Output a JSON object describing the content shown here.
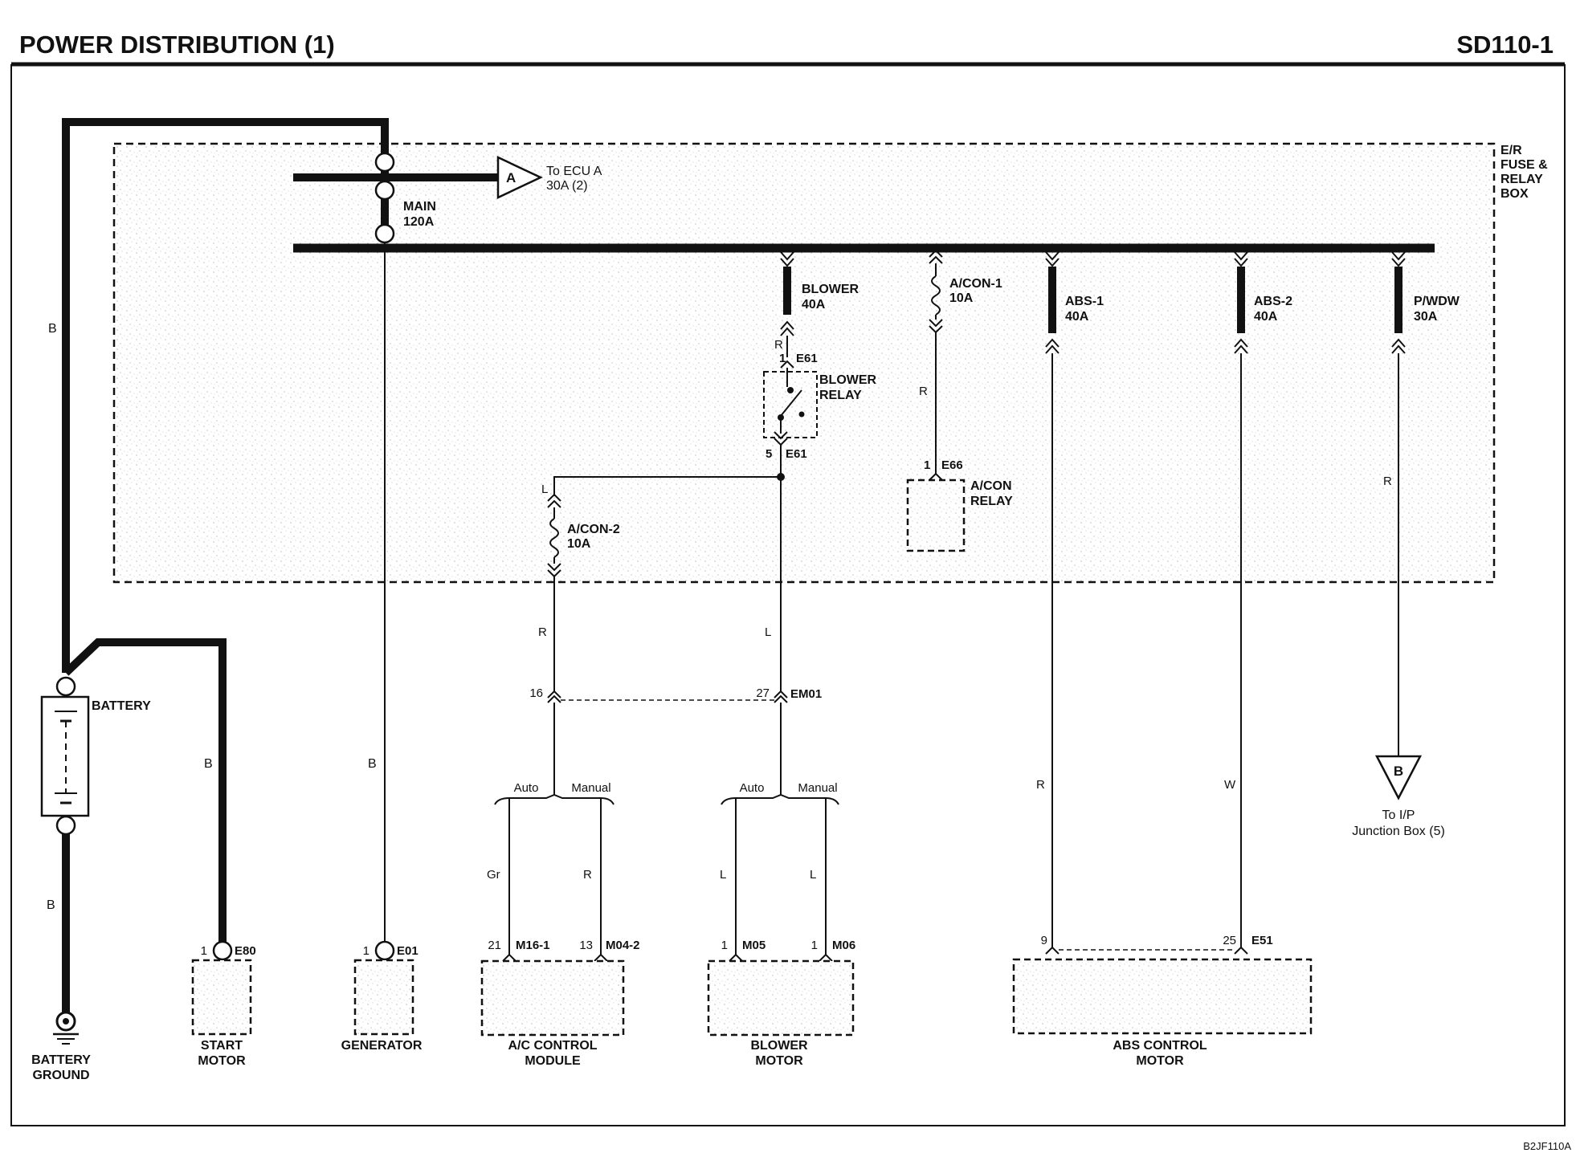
{
  "header": {
    "title": "POWER DISTRIBUTION (1)",
    "code": "SD110-1"
  },
  "footer": {
    "ref": "B2JF110A"
  },
  "fuse_box": {
    "label_lines": [
      "E/R",
      "FUSE &",
      "RELAY",
      "BOX"
    ]
  },
  "main_fuse": {
    "name": "MAIN",
    "rating": "120A"
  },
  "ecu_output": {
    "symbol": "A",
    "line1": "To ECU A",
    "line2": "30A (2)"
  },
  "blower_fuse": {
    "name": "BLOWER",
    "rating": "40A"
  },
  "acon1_fuse": {
    "name": "A/CON-1",
    "rating": "10A"
  },
  "abs1_fuse": {
    "name": "ABS-1",
    "rating": "40A"
  },
  "abs2_fuse": {
    "name": "ABS-2",
    "rating": "40A"
  },
  "pwdw_fuse": {
    "name": "P/WDW",
    "rating": "30A"
  },
  "acon2_fuse": {
    "name": "A/CON-2",
    "rating": "10A"
  },
  "blower_relay": {
    "line1": "BLOWER",
    "line2": "RELAY",
    "top_pin": "1",
    "top_conn": "E61",
    "bottom_pin": "5",
    "bottom_conn": "E61"
  },
  "acon_relay": {
    "line1": "A/CON",
    "line2": "RELAY",
    "pin": "1",
    "conn": "E66"
  },
  "ip_output": {
    "symbol": "B",
    "line1": "To I/P",
    "line2": "Junction Box (5)"
  },
  "battery": {
    "label": "BATTERY"
  },
  "battery_ground": {
    "line1": "BATTERY",
    "line2": "GROUND"
  },
  "em01": {
    "pin_left": "16",
    "pin_right": "27",
    "conn": "EM01"
  },
  "wires": {
    "battery_top": "B",
    "battery_bottom": "B",
    "start": "B",
    "generator": "B",
    "blower_to_relay": "R",
    "acon1_down": "R",
    "relay_to_acon2": "L",
    "acon2_down": "R",
    "blower_down": "L",
    "abs1_down": "R",
    "abs2_down": "W",
    "pwdw_down": "R",
    "ac_auto": "Gr",
    "ac_manual": "R",
    "bm_auto": "L",
    "bm_manual": "L"
  },
  "splits": {
    "auto": "Auto",
    "manual": "Manual"
  },
  "components": {
    "start_motor": {
      "line1": "START",
      "line2": "MOTOR",
      "pin": "1",
      "conn": "E80"
    },
    "generator": {
      "line1": "GENERATOR",
      "pin": "1",
      "conn": "E01"
    },
    "ac_module": {
      "line1": "A/C CONTROL",
      "line2": "MODULE",
      "pin1": "21",
      "conn1": "M16-1",
      "pin2": "13",
      "conn2": "M04-2"
    },
    "blower_motor": {
      "line1": "BLOWER",
      "line2": "MOTOR",
      "pin1": "1",
      "conn1": "M05",
      "pin2": "1",
      "conn2": "M06"
    },
    "abs_motor": {
      "line1": "ABS CONTROL",
      "line2": "MOTOR",
      "pin1": "9",
      "pin2": "25",
      "conn": "E51"
    }
  }
}
